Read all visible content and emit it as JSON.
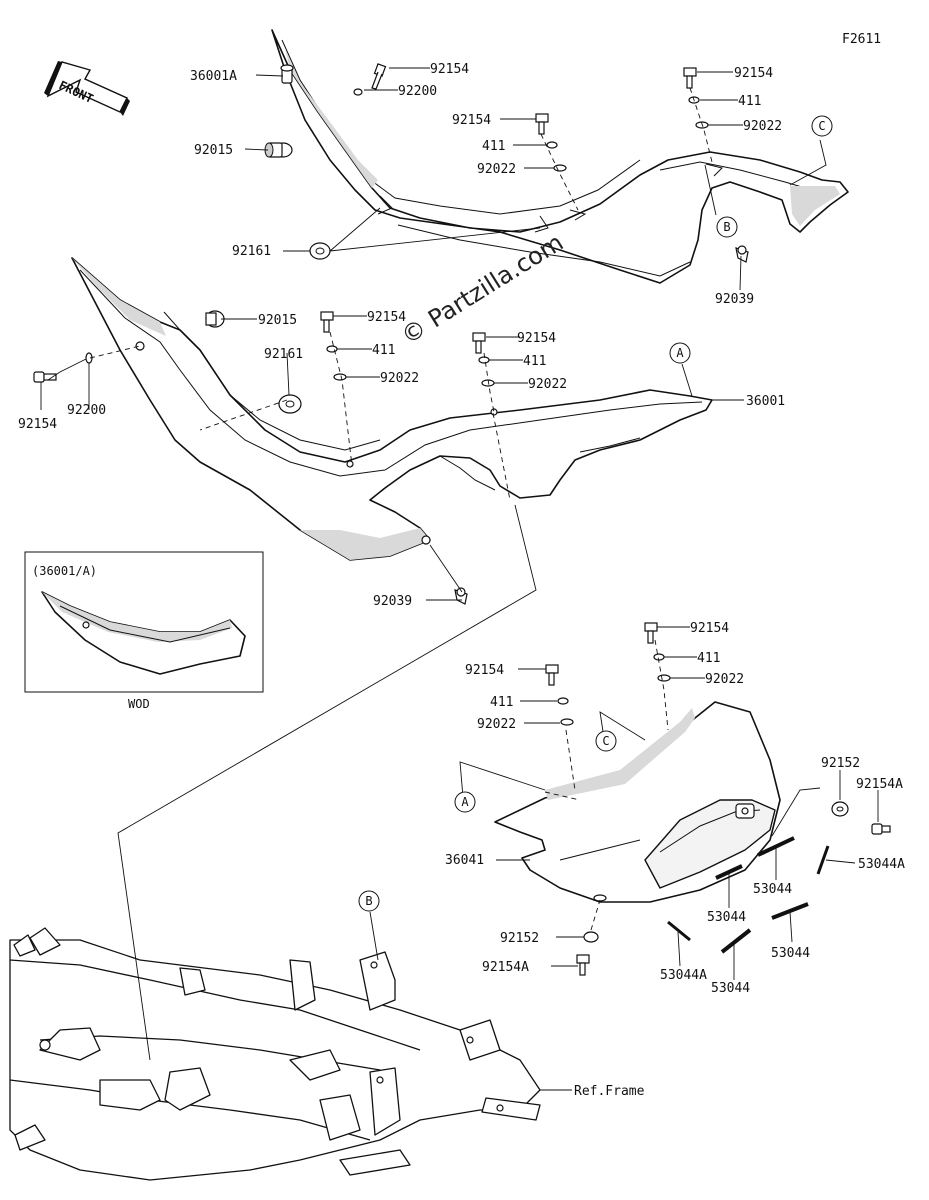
{
  "figure_code": "F2611",
  "front_label": "FRONT",
  "watermark": "© Partzilla.com",
  "inset": {
    "title": "(36001/A)",
    "caption": "WOD"
  },
  "ref_frame": "Ref.Frame",
  "callouts": {
    "a": "A",
    "b": "B",
    "c": "C"
  },
  "labels": {
    "p36001A": "36001A",
    "p92154_a": "92154",
    "p92200_a": "92200",
    "p92015_a": "92015",
    "p92161_a": "92161",
    "p92154_b": "92154",
    "p411_a": "411",
    "p92022_a": "92022",
    "p92154_c": "92154",
    "p411_b": "411",
    "p92022_b": "92022",
    "p92039_a": "92039",
    "p92015_b": "92015",
    "p92154_d": "92154",
    "p92154_e": "92154",
    "p92200_b": "92200",
    "p92161_b": "92161",
    "p411_c": "411",
    "p92022_c": "92022",
    "p92154_f": "92154",
    "p411_d": "411",
    "p92022_d": "92022",
    "p36001": "36001",
    "p92039_b": "92039",
    "p92154_g": "92154",
    "p411_e": "411",
    "p92022_e": "92022",
    "p92154_h": "92154",
    "p411_f": "411",
    "p92022_f": "92022",
    "p92152_a": "92152",
    "p92154A_a": "92154A",
    "p36041": "36041",
    "p53044A_a": "53044A",
    "p53044_a": "53044",
    "p53044_b": "53044",
    "p53044_c": "53044",
    "p92152_b": "92152",
    "p92154A_b": "92154A",
    "p53044A_b": "53044A",
    "p53044_d": "53044"
  }
}
